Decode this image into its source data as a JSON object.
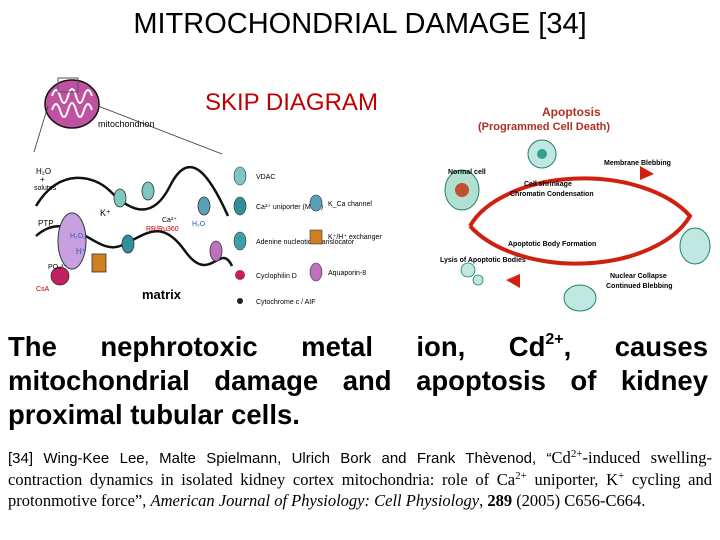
{
  "title": "MITROCHONDRIAL DAMAGE [34]",
  "skip_label": "SKIP DIAGRAM",
  "left_figure": {
    "mitochondrion_label": "mitochondrion",
    "matrix_label": "matrix",
    "side_labels": {
      "h2o": "H₂O",
      "plus": "+",
      "solutes": "solutes",
      "ptp": "PTP",
      "h2o2": "H₂O₂",
      "po4": "PO₄³⁻",
      "csa": "CsA",
      "kplus": "K⁺",
      "hplus": "H⁺",
      "ca2": "Ca²⁺",
      "rr": "RR/Ru360",
      "h2o_right": "H₂O"
    },
    "legend": [
      {
        "label": "VDAC",
        "color": "#7ec8c0"
      },
      {
        "label": "Ca²⁺ uniporter (MCU)",
        "color": "#2f8f9a"
      },
      {
        "label": "Adenine nucleotide translocator",
        "color": "#3e9fa8"
      },
      {
        "label": "Cyclophilin D",
        "color": "#c02060"
      },
      {
        "label": "Cytochrome c / AIF",
        "color": "#222222"
      },
      {
        "label": "K_Ca channel",
        "color": "#5aa0b8"
      },
      {
        "label": "K⁺/H⁺ exchanger",
        "color": "#d08020"
      },
      {
        "label": "Aquaporin-8",
        "color": "#c070c0"
      }
    ]
  },
  "right_figure": {
    "title_line1": "Apoptosis",
    "title_line2": "(Programmed Cell Death)",
    "stages": {
      "normal_cell": "Normal cell",
      "membrane_blebbing": "Membrane Blebbing",
      "cell_shrinkage": "Cell shrinkage",
      "chromatin": "Chromatin Condensation",
      "apoptotic_body": "Apoptotic Body Formation",
      "lysis": "Lysis of Apoptotic Bodies",
      "nuclear_collapse": "Nuclear Collapse",
      "continued": "Continued Blebbing"
    }
  },
  "main_text": {
    "line1_before": "The nephrotoxic metal ion, Cd",
    "line1_sup": "2+",
    "line1_after": ", causes",
    "rest": "mitochondrial damage and apoptosis of kidney proximal tubular cells."
  },
  "reference": {
    "authors": "[34]  Wing-Kee Lee, Malte Spielmann, Ulrich Bork and Frank Thèvenod, “",
    "cd": "Cd",
    "cd_sup": "2+",
    "title_a": "-induced swelling-contraction dynamics in isolated kidney cortex mitochondria: role of Ca",
    "ca_sup": "2+",
    "title_b": " uniporter, K",
    "k_sup": "+",
    "title_c": " cycling and protonmotive force”, ",
    "journal": "American Journal of Physiology: Cell Physiology",
    "comma": ", ",
    "volume": "289",
    "pages": " (2005) C656-C664."
  }
}
